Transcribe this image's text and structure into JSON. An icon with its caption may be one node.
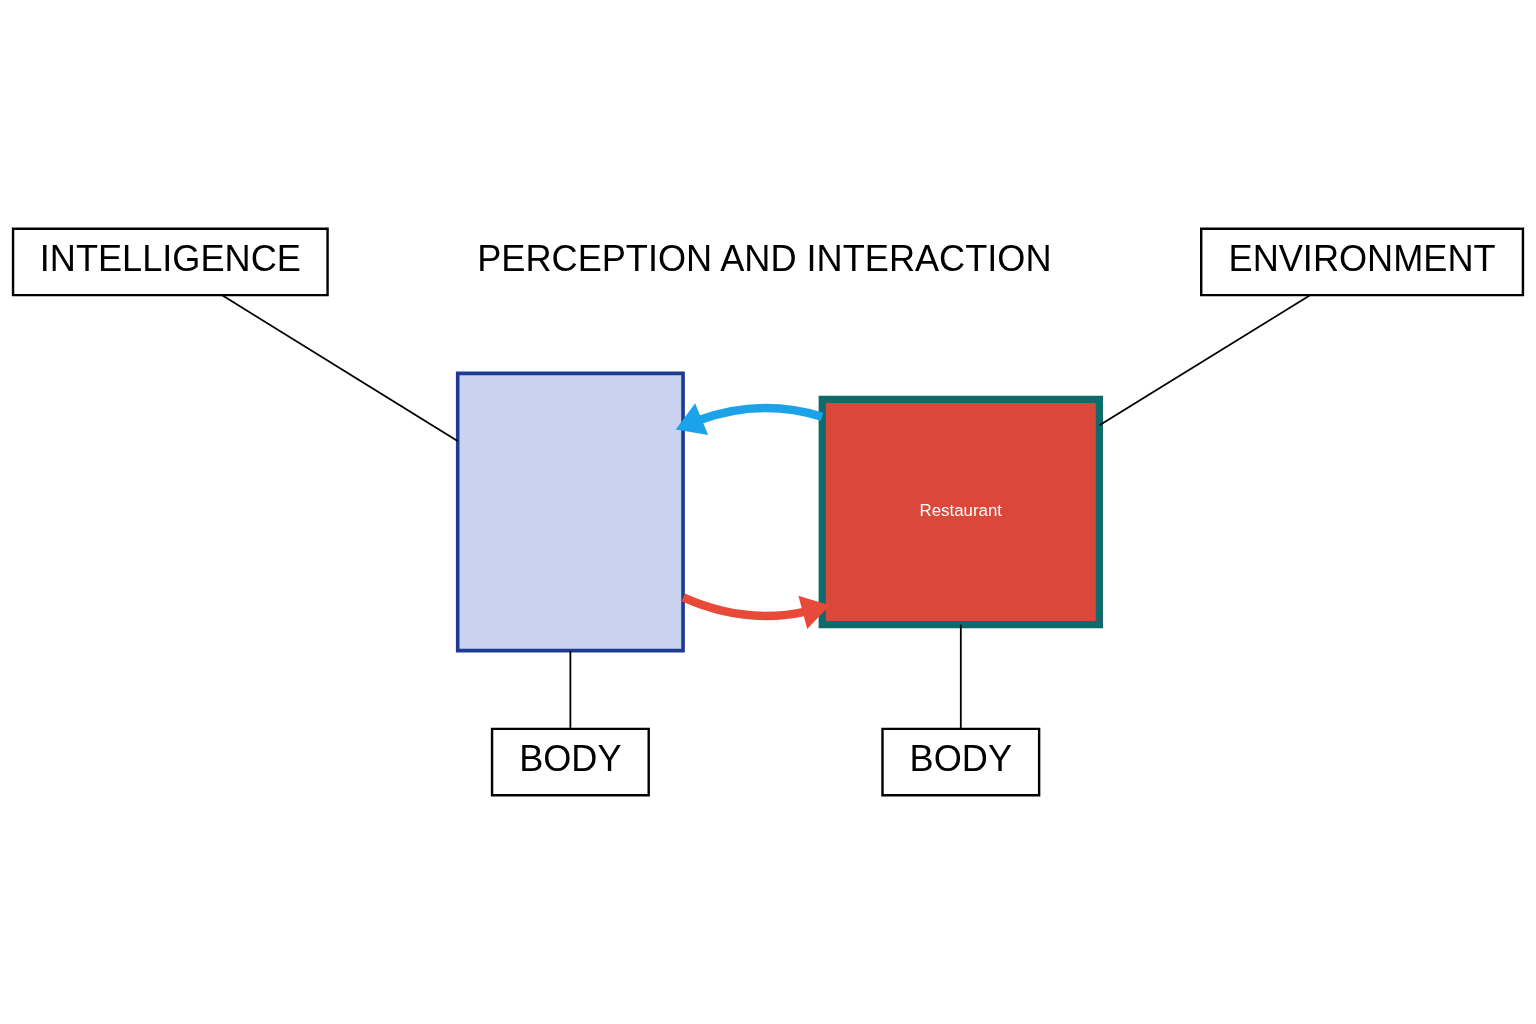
{
  "diagram": {
    "nodes": [
      {
        "text": [
          "INTELLIGENCE"
        ]
      },
      {
        "text": [],
        "shape": "box"
      },
      {
        "text": [
          "BODY"
        ]
      },
      {
        "text": [
          "ENVIRONMENT"
        ]
      },
      {
        "text": [
          "Restaurant"
        ]
      },
      {
        "text": [
          "BODY"
        ]
      }
    ],
    "edges": [
      {
        "from": 0,
        "to": 1,
        "arrow": "none"
      },
      {
        "from": 1,
        "to": 2,
        "arrow": "none"
      },
      {
        "from": 3,
        "to": 4,
        "arrow": "none"
      },
      {
        "from": 4,
        "to": 5,
        "arrow": "none"
      },
      {
        "from": 1,
        "to": 4,
        "arrow": "to",
        "style": "thick",
        "color": "#e84a3a"
      },
      {
        "from": 4,
        "to": 1,
        "arrow": "to",
        "style": "thick",
        "color": "#1aa3e8"
      }
    ],
    "labels": [
      "PERCEPTION AND INTERACTION"
    ]
  }
}
